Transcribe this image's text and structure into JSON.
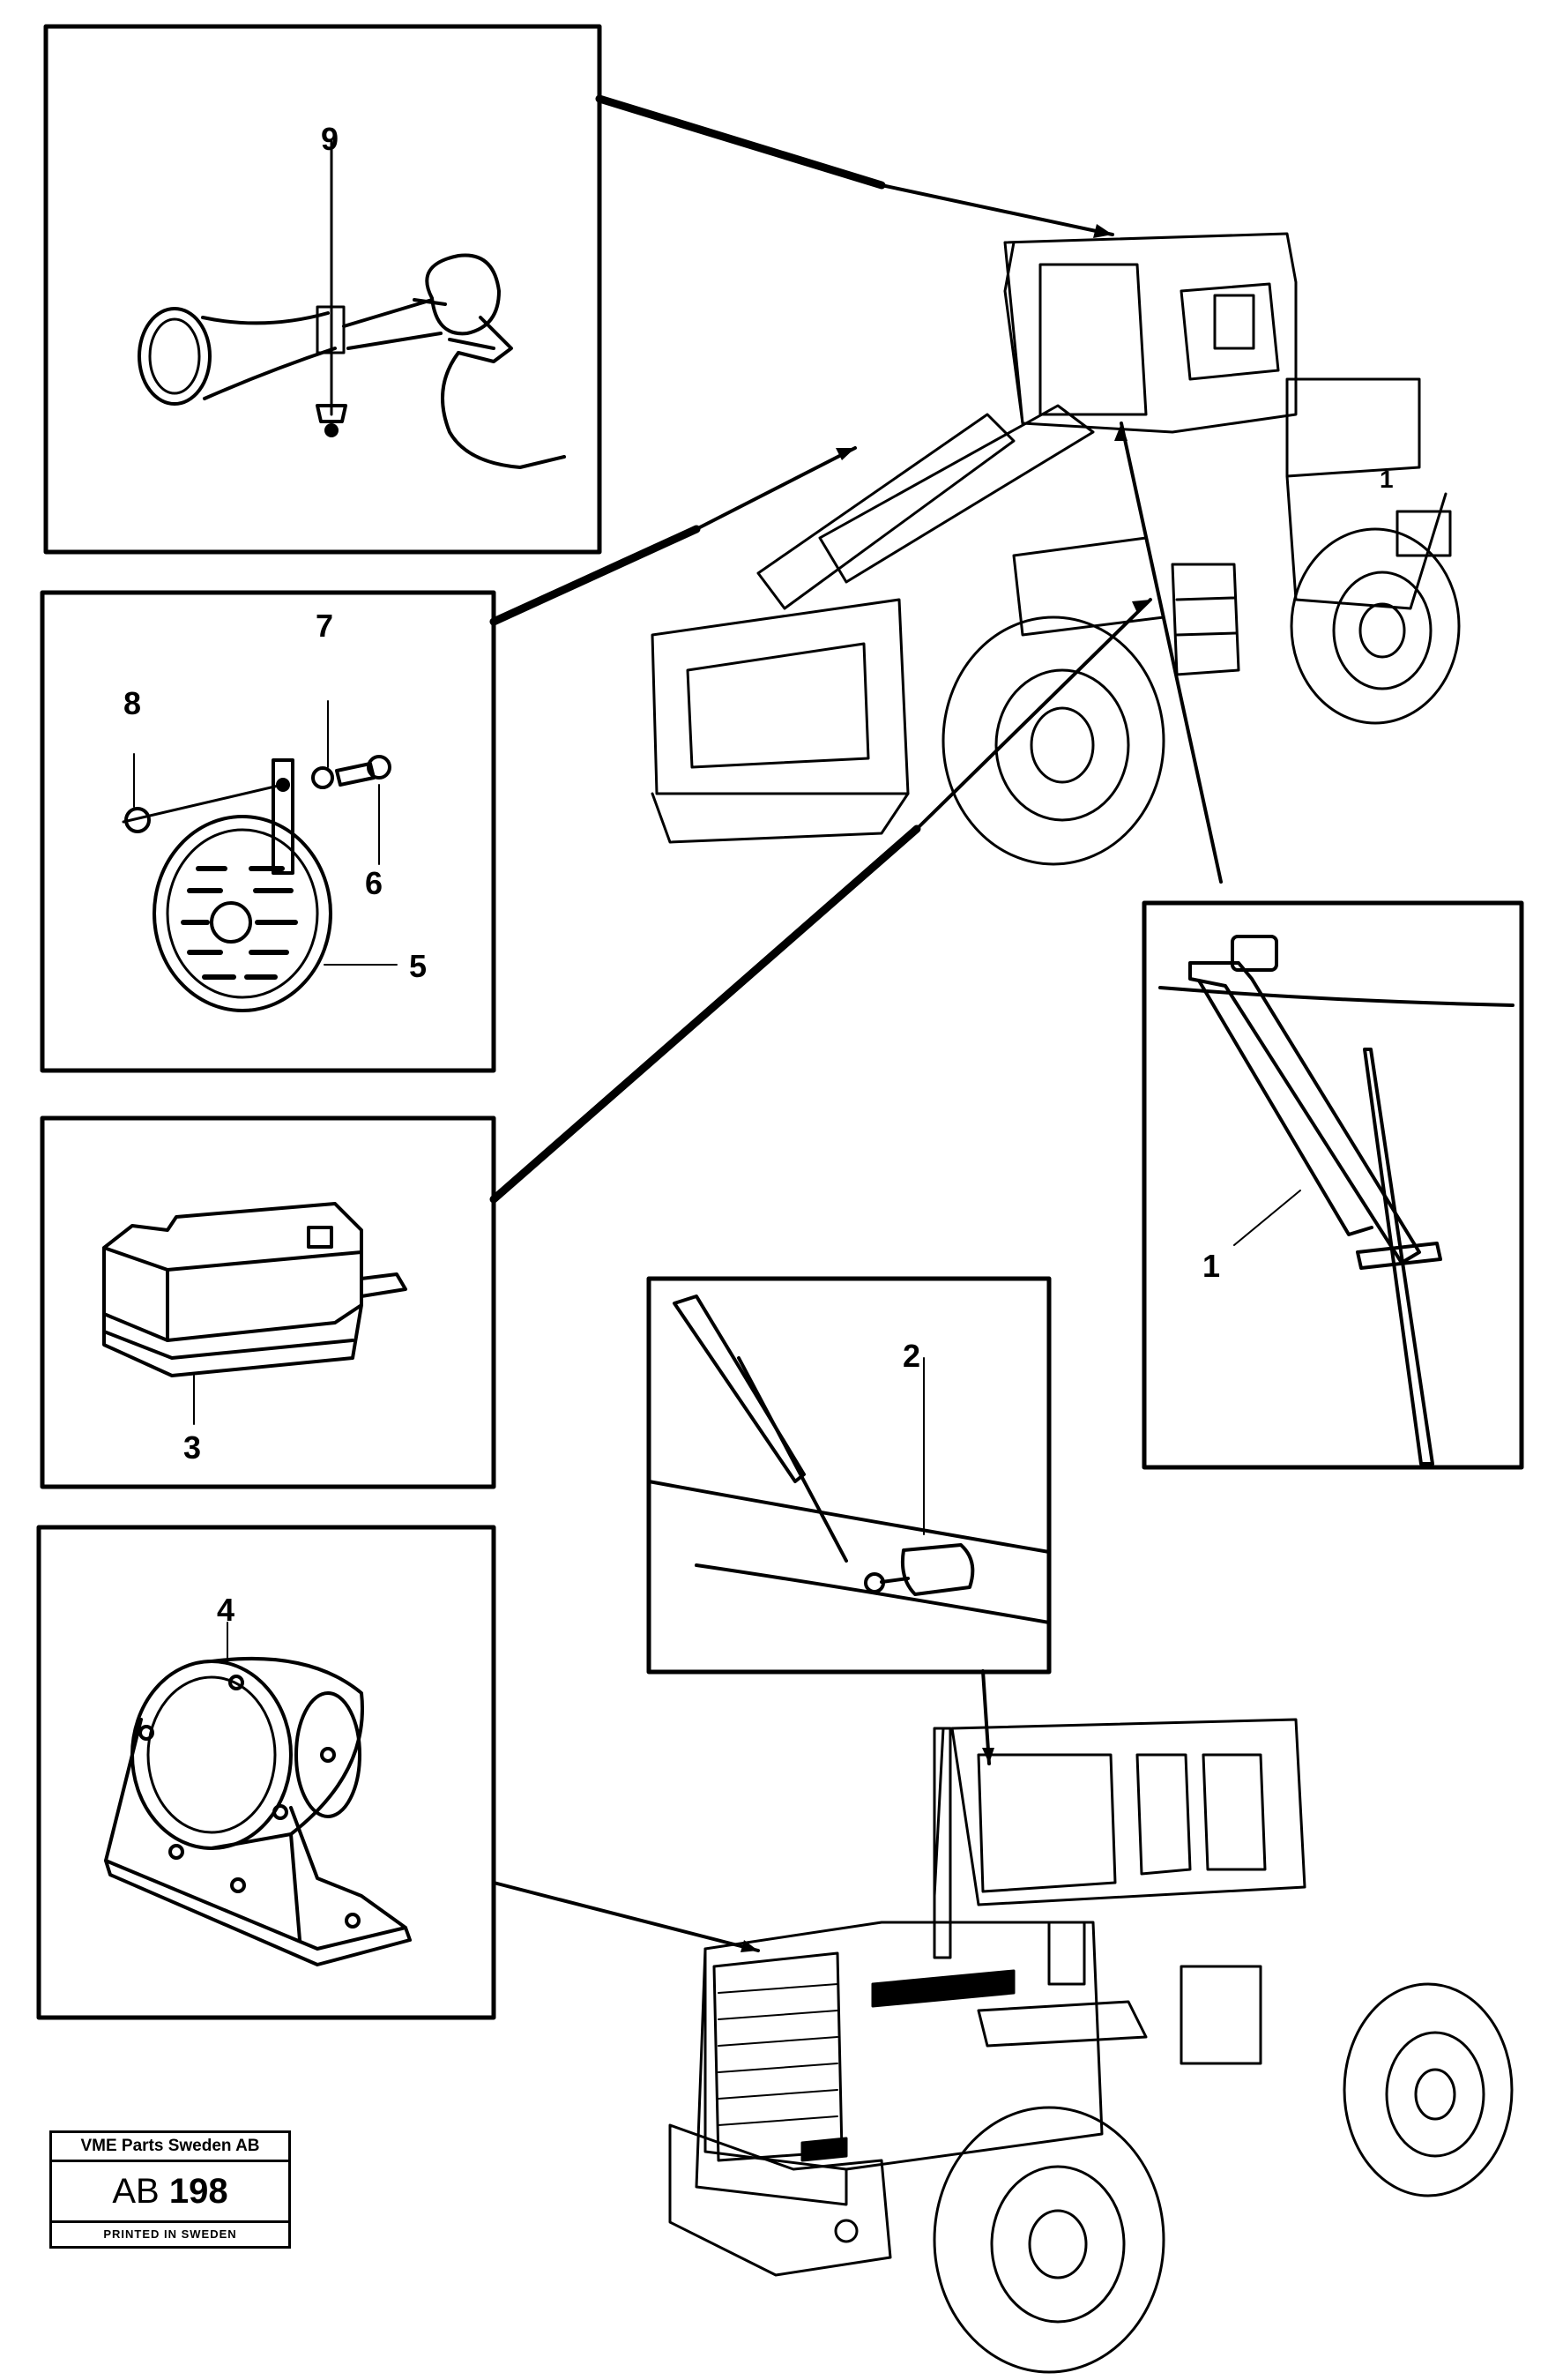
{
  "callouts": {
    "c1": "1",
    "c2": "2",
    "c3": "3",
    "c4": "4",
    "c5": "5",
    "c6": "6",
    "c7": "7",
    "c8": "8",
    "c9": "9",
    "machine_label": "1"
  },
  "stamp": {
    "company": "VME Parts Sweden AB",
    "code_prefix": "AB",
    "code_number": "198",
    "printed": "PRINTED IN SWEDEN"
  }
}
